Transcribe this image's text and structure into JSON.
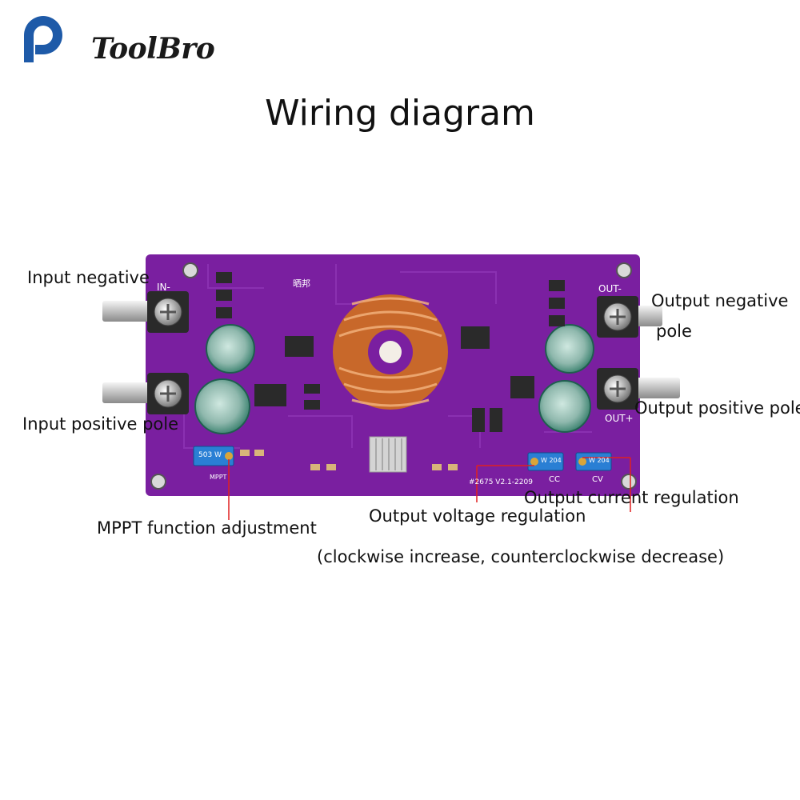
{
  "brand": {
    "name": "ToolBro",
    "color": "#1e5aa8"
  },
  "title": "Wiring diagram",
  "labels": {
    "input_negative": "Input negative",
    "input_positive": "Input positive pole",
    "output_negative_1": "Output negative",
    "output_negative_2": "pole",
    "output_positive": "Output positive pole",
    "mppt": "MPPT function adjustment",
    "output_voltage": "Output voltage regulation",
    "output_current": "Output current regulation",
    "rotation_note": "(clockwise increase, counterclockwise decrease)"
  },
  "board": {
    "color": "#7a1fa0",
    "silkscreen": {
      "in_minus": "IN-",
      "out_minus": "OUT-",
      "out_plus": "OUT+",
      "mppt": "MPPT",
      "cc": "CC",
      "cv": "CV",
      "version": "#2675 V2.1-2209",
      "pot_mppt": "503 W",
      "pot_cc": "W 204",
      "pot_cv": "W 204",
      "maker": "晒邦"
    }
  },
  "colors": {
    "leader_line": "#e02020",
    "copper": "#c8682a",
    "capacitor": "#2f9a7a"
  }
}
